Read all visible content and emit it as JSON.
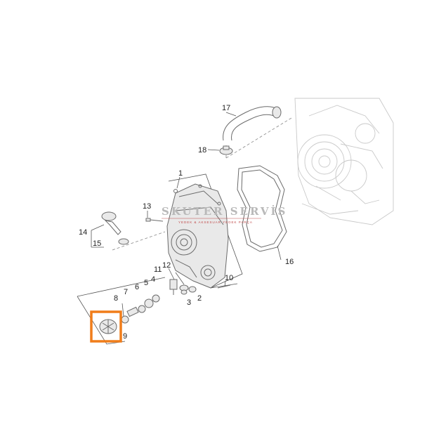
{
  "watermark": {
    "title": "SKUTER SERVİS",
    "subtitle": "YEDEK & AKSESUAR YEDEK PARÇA"
  },
  "callouts": [
    {
      "id": "c1",
      "label": "1"
    },
    {
      "id": "c2",
      "label": "2"
    },
    {
      "id": "c3",
      "label": "3"
    },
    {
      "id": "c4",
      "label": "4"
    },
    {
      "id": "c5",
      "label": "5"
    },
    {
      "id": "c6",
      "label": "6"
    },
    {
      "id": "c7",
      "label": "7"
    },
    {
      "id": "c8",
      "label": "8"
    },
    {
      "id": "c9",
      "label": "9"
    },
    {
      "id": "c10",
      "label": "10"
    },
    {
      "id": "c11",
      "label": "11"
    },
    {
      "id": "c12",
      "label": "12"
    },
    {
      "id": "c13",
      "label": "13"
    },
    {
      "id": "c14",
      "label": "14"
    },
    {
      "id": "c15",
      "label": "15"
    },
    {
      "id": "c16",
      "label": "16"
    },
    {
      "id": "c17",
      "label": "17"
    },
    {
      "id": "c18",
      "label": "18"
    }
  ],
  "highlight": {
    "color": "#f07d1a",
    "part": "9"
  },
  "colors": {
    "line": "#6b6b6b",
    "ghost": "#c9c9c9",
    "text": "#222222"
  }
}
